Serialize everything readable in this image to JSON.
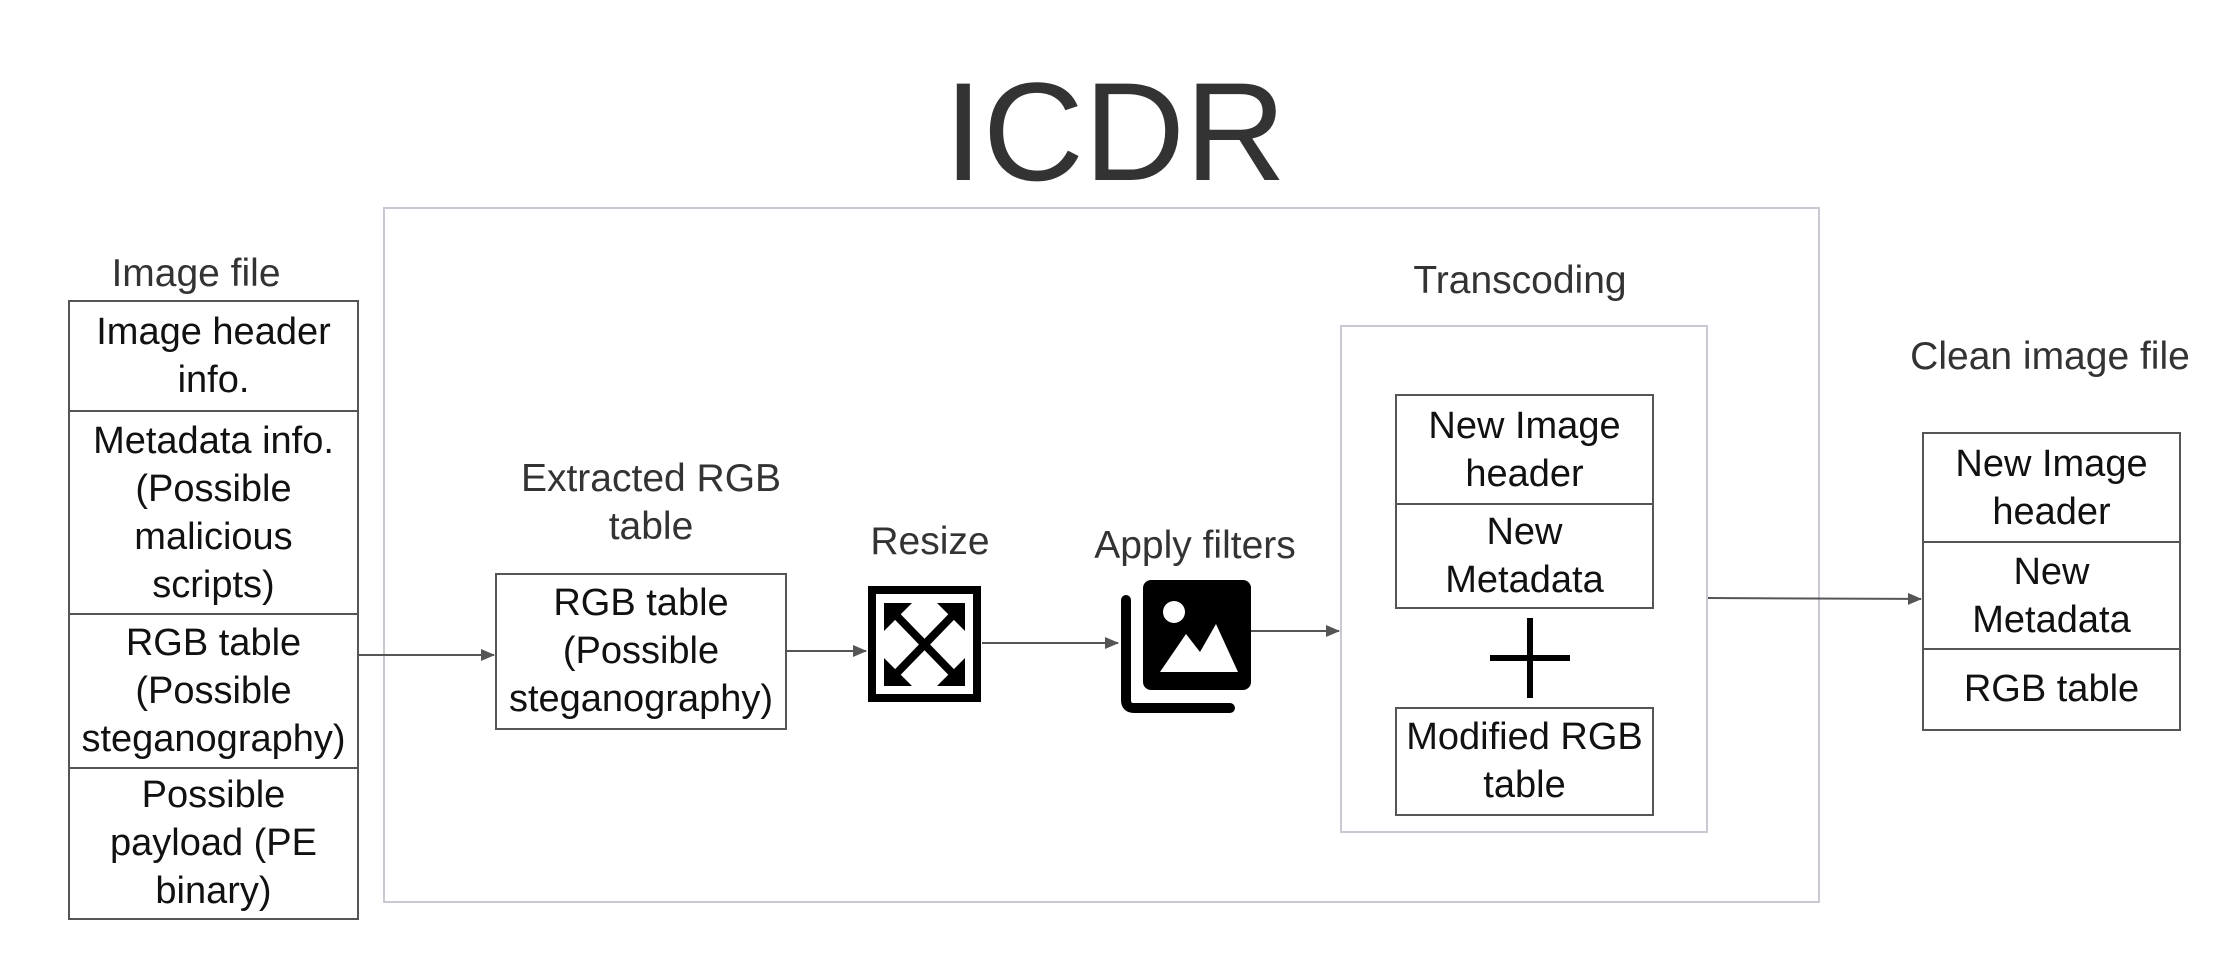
{
  "title": "ICDR",
  "image_file": {
    "label": "Image file",
    "cells": [
      "Image header info.",
      "Metadata info. (Possible malicious scripts)",
      "RGB table (Possible steganography)",
      "Possible payload (PE binary)"
    ]
  },
  "extracted": {
    "label": "Extracted RGB table",
    "cell": "RGB table (Possible steganography)"
  },
  "resize": {
    "label": "Resize",
    "icon": "resize-arrows-icon"
  },
  "filters": {
    "label": "Apply filters",
    "icon": "image-gallery-icon"
  },
  "transcoding": {
    "label": "Transcoding",
    "top_cells": [
      "New Image header",
      "New Metadata"
    ],
    "plus": "+",
    "bottom_cell": "Modified RGB table"
  },
  "clean_file": {
    "label": "Clean image file",
    "cells": [
      "New Image header",
      "New Metadata",
      "RGB table"
    ]
  },
  "colors": {
    "box_border": "#555555",
    "container_border": "#c9c9d4",
    "text": "#333333",
    "icon": "#000000"
  }
}
